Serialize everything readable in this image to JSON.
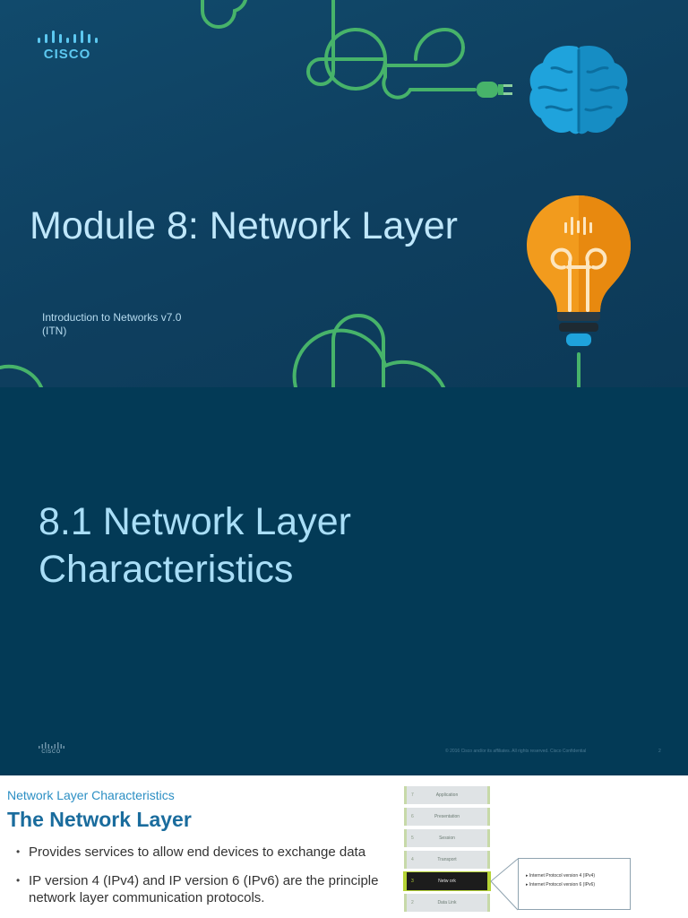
{
  "slide1": {
    "brand": "CISCO",
    "title": "Module 8: Network Layer",
    "subtitle_line1": "Introduction to Networks v7.0",
    "subtitle_line2": "(ITN)",
    "colors": {
      "background": "#0e3f5f",
      "title": "#bfe7fb",
      "line": "#47b36a",
      "brain": "#1fa3dc",
      "bulb": "#f29b1d"
    },
    "icons": [
      "cisco-logo-icon",
      "brain-icon",
      "plug-icon",
      "lightbulb-icon"
    ]
  },
  "slide2": {
    "title_line1": "8.1 Network Layer",
    "title_line2": "Characteristics",
    "brand": "CISCO",
    "footer": "© 2016  Cisco and/or its affiliates. All rights reserved.   Cisco Confidential",
    "page_number": "2",
    "colors": {
      "background": "#033a56",
      "title": "#a9def7"
    }
  },
  "slide3": {
    "kicker": "Network Layer Characteristics",
    "title": "The Network Layer",
    "bullets": [
      "Provides services to allow end devices to exchange data",
      "IP version 4 (IPv4) and IP version 6 (IPv6) are the principle network layer communication protocols."
    ],
    "osi_layers": [
      {
        "num": "7",
        "label": "Application"
      },
      {
        "num": "6",
        "label": "Presentation"
      },
      {
        "num": "5",
        "label": "Session"
      },
      {
        "num": "4",
        "label": "Transport"
      },
      {
        "num": "3",
        "label": "Netw ork"
      },
      {
        "num": "2",
        "label": "Data Link"
      }
    ],
    "active_layer": "Netw ork",
    "callout_items": [
      "Internet Protocol version 4 (IPv4)",
      "Internet Protocol version 6 (IPv6)"
    ],
    "colors": {
      "kicker": "#2c8fc4",
      "title": "#1a6c9d",
      "active_border": "#b5d335"
    }
  }
}
